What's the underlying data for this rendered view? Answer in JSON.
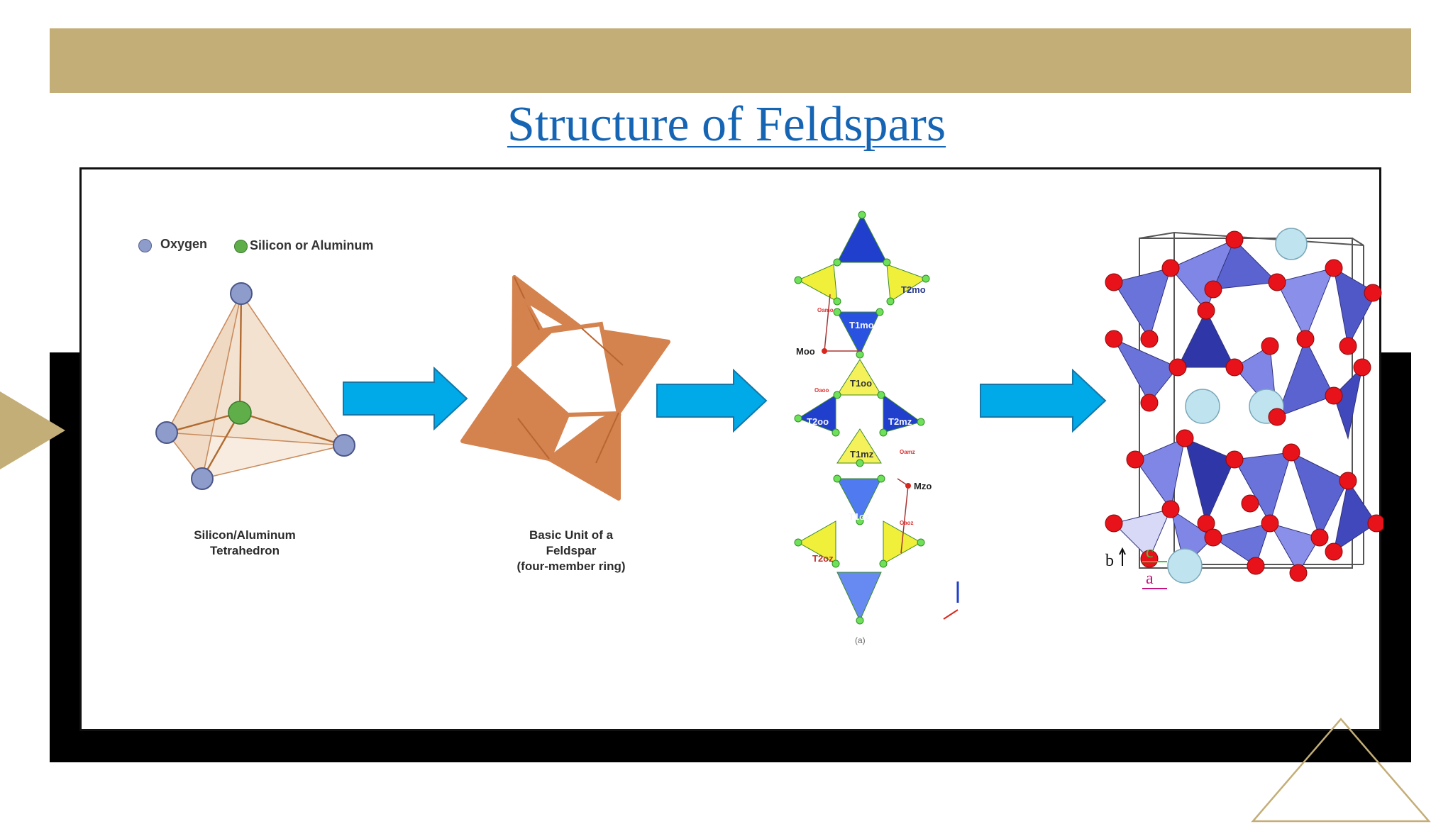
{
  "slide": {
    "title": "Structure of  Feldspars",
    "colors": {
      "band": "#c4ae77",
      "frame": "#000000",
      "title": "#1565b4",
      "arrow": "#00a9e8",
      "ring": "#d4824e",
      "oxygen": "#8e9ccc",
      "silicon": "#5fae4a"
    }
  },
  "figure1": {
    "legend_oxygen": "Oxygen",
    "legend_silicon": "Silicon or Aluminum",
    "caption": "Silicon/Aluminum\nTetrahedron"
  },
  "figure2": {
    "caption": "Basic Unit of a\nFeldspar\n(four-member ring)"
  },
  "figure3": {
    "labels": [
      "T2mo",
      "T1mo",
      "Moo",
      "T1oo",
      "T2oo",
      "T2mz",
      "T1mz",
      "Mzo",
      "T1oz",
      "T2oz"
    ],
    "sub_labels": [
      "Oamo",
      "Oaoo",
      "Oamz",
      "Oaoz"
    ],
    "panel_label": "(a)"
  },
  "figure4": {
    "axis_b": "b",
    "axis_c": "c",
    "axis_a": "a"
  }
}
